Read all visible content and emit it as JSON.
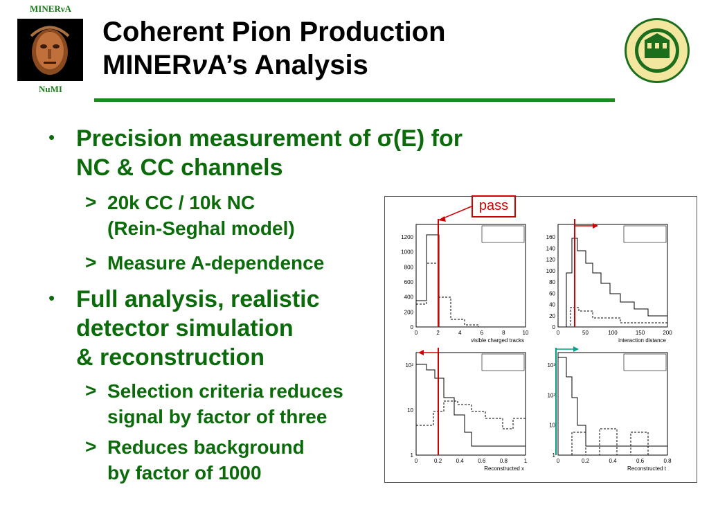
{
  "logo": {
    "top_text": "MINERνA",
    "bottom_text": "NuMI"
  },
  "title": {
    "line1": "Coherent Pion Production",
    "line2_prefix": "MINER",
    "line2_nu": "ν",
    "line2_suffix": "A’s Analysis"
  },
  "bullets": [
    {
      "lines": [
        "Precision measurement of σ(E) for",
        "NC & CC channels"
      ],
      "subs": [
        {
          "lines": [
            "20k CC / 10k NC",
            "(Rein-Seghal model)"
          ]
        },
        {
          "lines": [
            "Measure A-dependence"
          ]
        }
      ]
    },
    {
      "lines": [
        "Full analysis, realistic",
        "detector simulation",
        "& reconstruction"
      ],
      "subs": [
        {
          "lines": [
            "Selection criteria reduces",
            "signal by factor of three"
          ]
        },
        {
          "lines": [
            "Reduces background",
            "by factor of 1000"
          ]
        }
      ]
    }
  ],
  "figure": {
    "pass_label": "pass",
    "panels": [
      {
        "xlabel": "visible charged tracks",
        "xticks": [
          "0",
          "2",
          "4",
          "6",
          "8",
          "10"
        ],
        "yticks": [
          "0",
          "200",
          "400",
          "600",
          "800",
          "1000",
          "1200"
        ]
      },
      {
        "xlabel": "interaction distance",
        "xticks": [
          "0",
          "50",
          "100",
          "150",
          "200"
        ],
        "yticks": [
          "0",
          "20",
          "40",
          "60",
          "80",
          "100",
          "120",
          "140",
          "160"
        ]
      },
      {
        "xlabel": "Reconstructed x",
        "xticks": [
          "0",
          "0.2",
          "0.4",
          "0.6",
          "0.8",
          "1"
        ],
        "yticks": [
          "1",
          "10",
          "10²"
        ]
      },
      {
        "xlabel": "Reconstructed t",
        "xticks": [
          "0",
          "0.2",
          "0.4",
          "0.6",
          "0.8"
        ],
        "yticks": [
          "1",
          "10",
          "10²",
          "10³"
        ]
      }
    ]
  },
  "colors": {
    "green": "#0b6b0b",
    "rule": "#1a8a1a",
    "cut": "#d00000",
    "teal": "#00a08a"
  }
}
